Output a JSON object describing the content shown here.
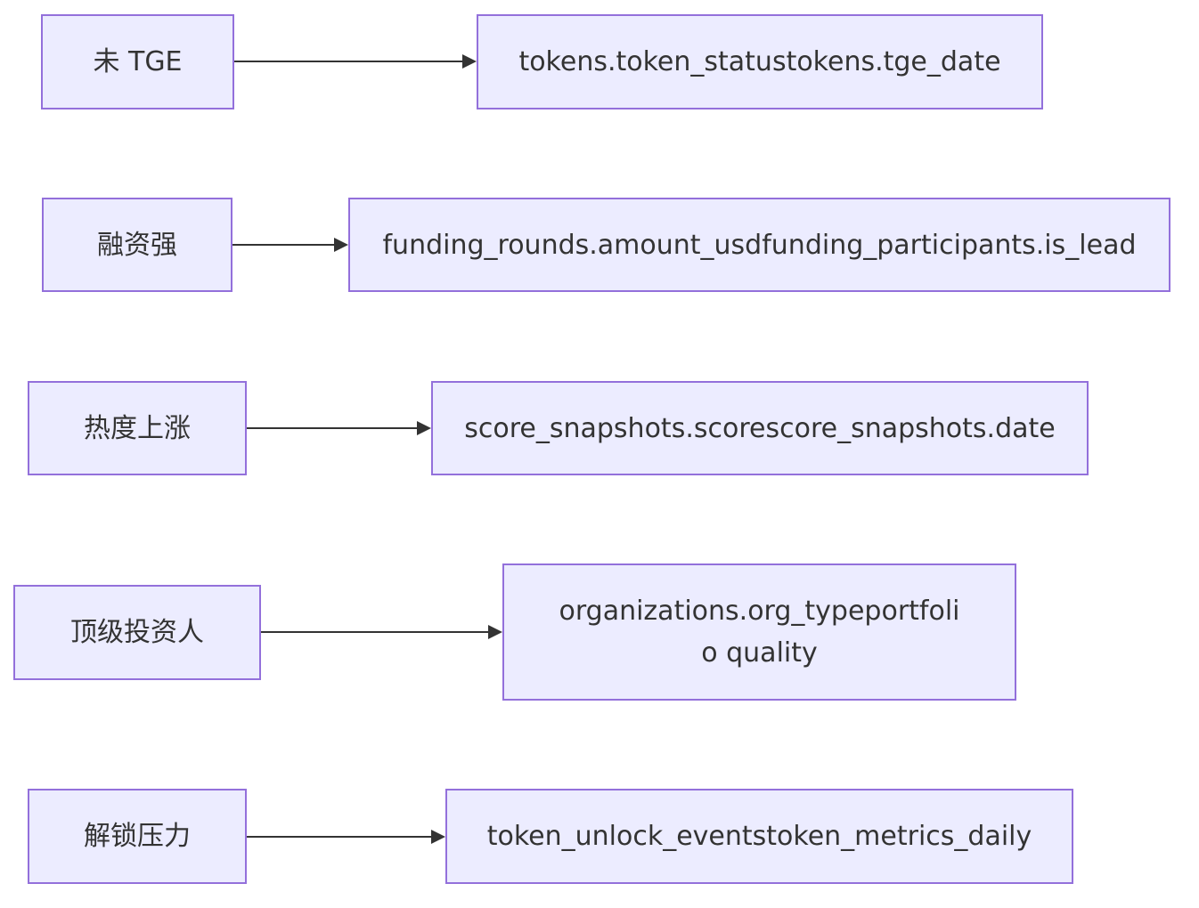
{
  "diagram": {
    "rows": [
      {
        "source": "未 TGE",
        "target": "tokens.token_statustokens.tge_date"
      },
      {
        "source": "融资强",
        "target": "funding_rounds.amount_usdfunding_participants.is_lead"
      },
      {
        "source": "热度上涨",
        "target": "score_snapshots.scorescore_snapshots.date"
      },
      {
        "source": "顶级投资人",
        "target": "organizations.org_typeportfolio quality"
      },
      {
        "source": "解锁压力",
        "target": "token_unlock_eventstoken_metrics_daily"
      }
    ]
  },
  "colors": {
    "node_fill": "#ECECFF",
    "node_border": "#9370DB",
    "text": "#333333",
    "edge": "#333333"
  }
}
